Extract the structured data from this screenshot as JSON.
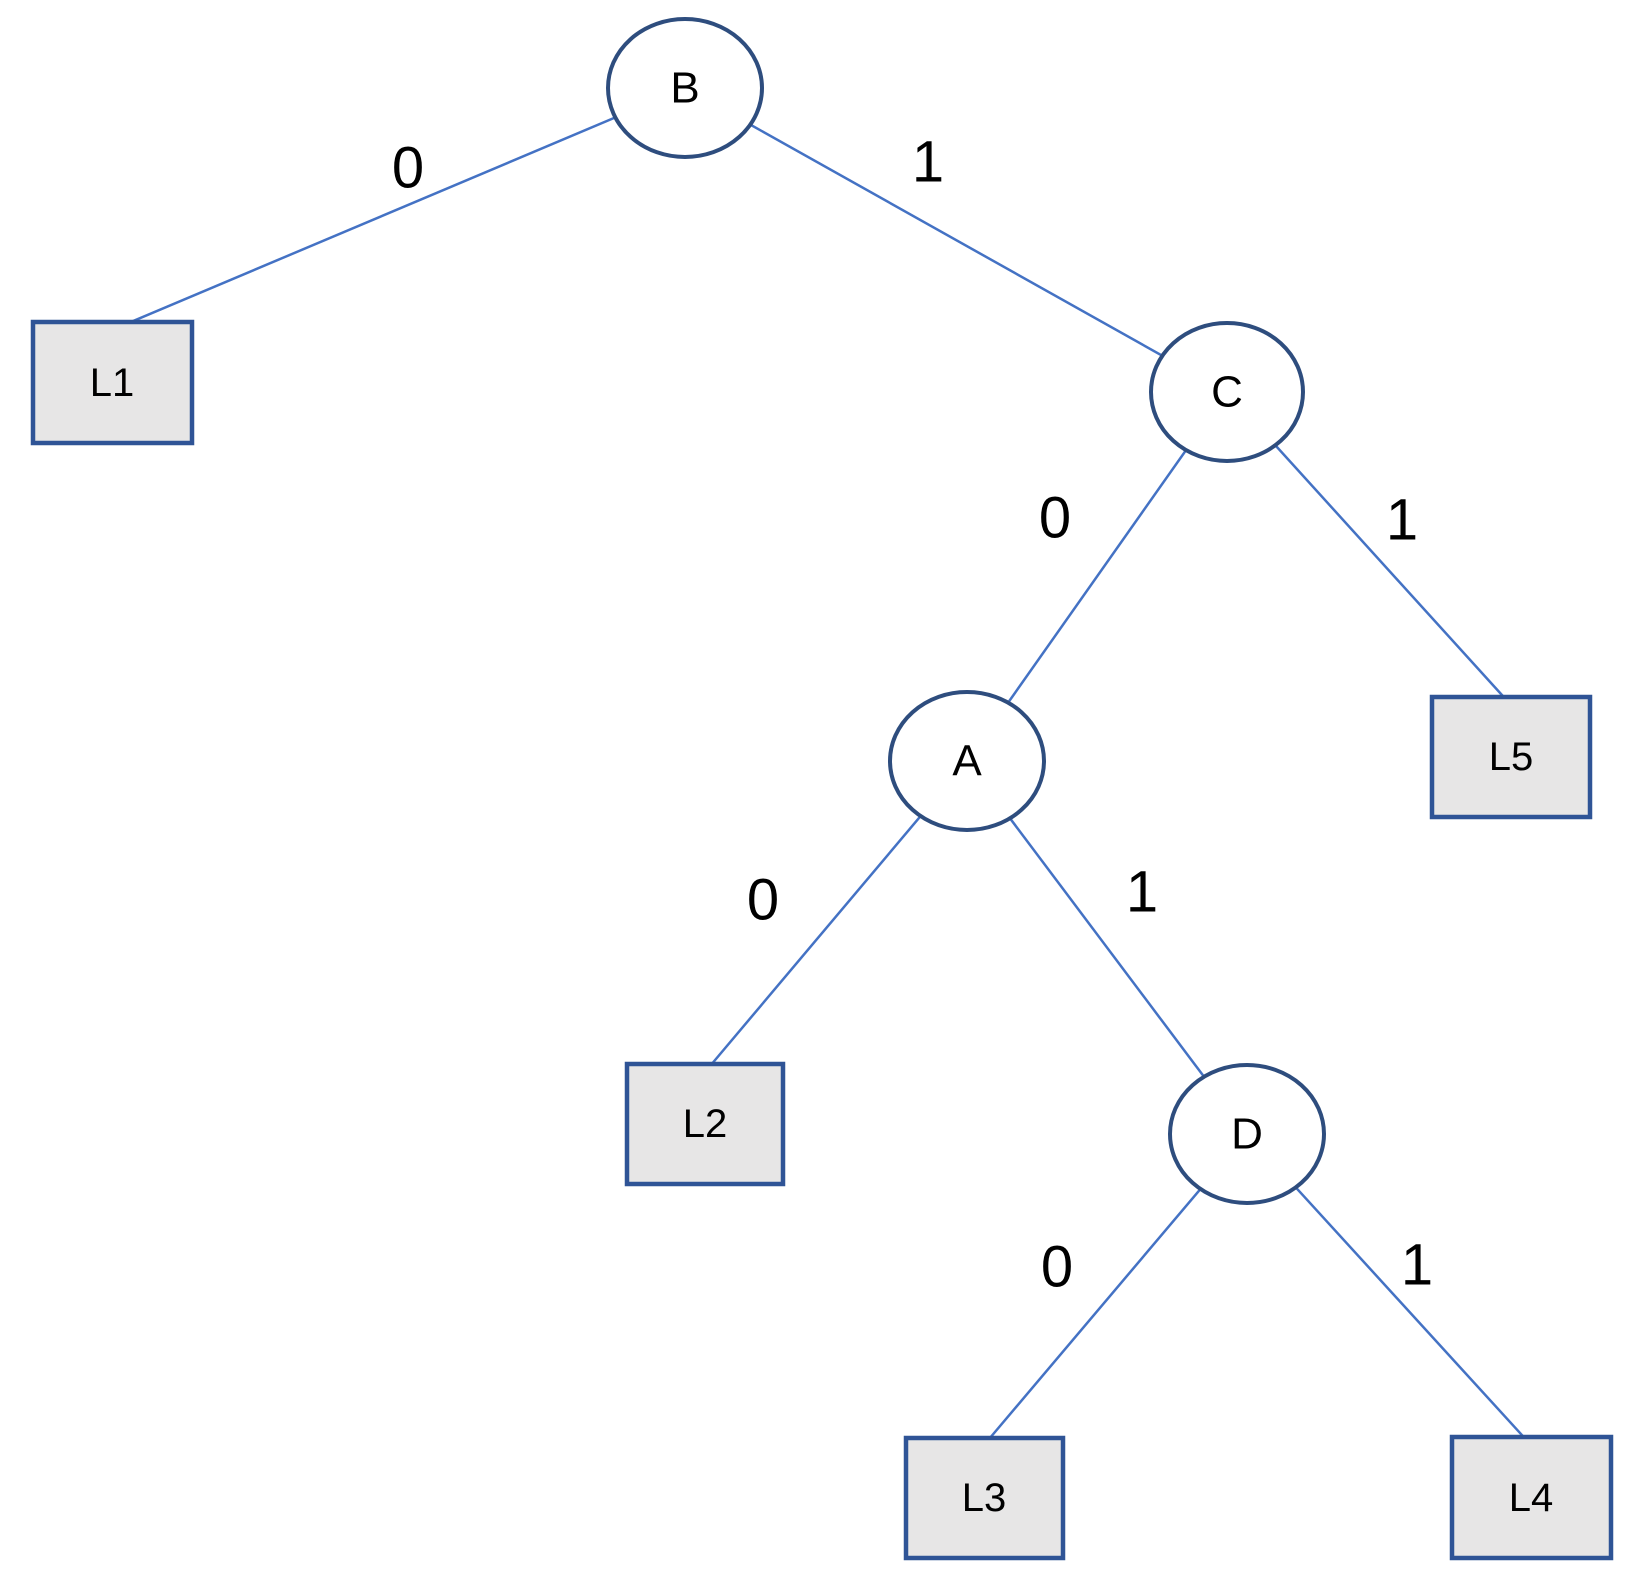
{
  "tree": {
    "colors": {
      "background": "#ffffff",
      "node_border": "#2e4d7e",
      "leaf_border": "#2f5496",
      "leaf_fill": "#e7e6e6",
      "edge_line": "#4472c4",
      "text": "#000000"
    },
    "nodes": {
      "b": {
        "label": "B"
      },
      "c": {
        "label": "C"
      },
      "a": {
        "label": "A"
      },
      "d": {
        "label": "D"
      }
    },
    "leaves": {
      "l1": {
        "label": "L1"
      },
      "l2": {
        "label": "L2"
      },
      "l3": {
        "label": "L3"
      },
      "l4": {
        "label": "L4"
      },
      "l5": {
        "label": "L5"
      }
    },
    "edge_labels": {
      "b_left": "0",
      "b_right": "1",
      "c_left": "0",
      "c_right": "1",
      "a_left": "0",
      "a_right": "1",
      "d_left": "0",
      "d_right": "1"
    },
    "structure": {
      "root": "B",
      "edges": [
        {
          "from": "B",
          "to": "L1",
          "bit": "0"
        },
        {
          "from": "B",
          "to": "C",
          "bit": "1"
        },
        {
          "from": "C",
          "to": "A",
          "bit": "0"
        },
        {
          "from": "C",
          "to": "L5",
          "bit": "1"
        },
        {
          "from": "A",
          "to": "L2",
          "bit": "0"
        },
        {
          "from": "A",
          "to": "D",
          "bit": "1"
        },
        {
          "from": "D",
          "to": "L3",
          "bit": "0"
        },
        {
          "from": "D",
          "to": "L4",
          "bit": "1"
        }
      ]
    }
  }
}
